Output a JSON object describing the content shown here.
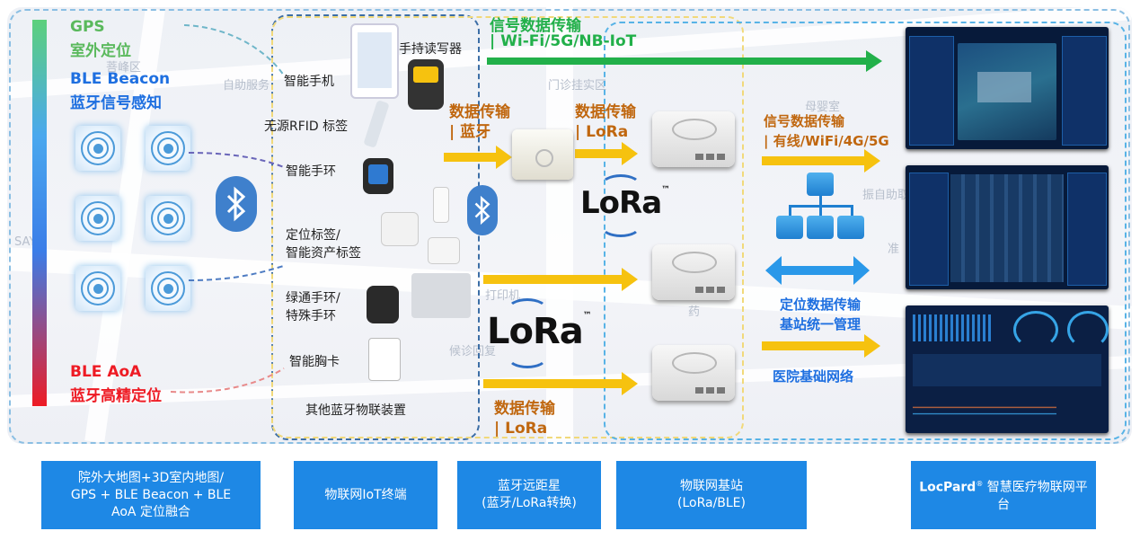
{
  "positioning": {
    "gps": "GPS",
    "gps_desc": "室外定位",
    "beacon": "BLE Beacon",
    "beacon_desc": "蓝牙信号感知",
    "aoa": "BLE AoA",
    "aoa_desc": "蓝牙高精定位",
    "colors": {
      "gps": "#5ab95c",
      "beacon": "#1e6fe0",
      "aoa": "#ee1b24"
    }
  },
  "map_labels": [
    "菩峰区",
    "自助服务",
    "门诊挂实区",
    "母婴室",
    "振自助取片",
    "打印机",
    "候诊回复",
    "药",
    "SAY",
    "准"
  ],
  "devices": {
    "smartphone": "智能手机",
    "handheld_reader": "手持读写器",
    "rfid_tag": "无源RFID 标签",
    "wristband": "智能手环",
    "asset_tag": "定位标签/\n智能资产标签",
    "green_wristband": "绿通手环/\n特殊手环",
    "badge": "智能胸卡",
    "other": "其他蓝牙物联装置"
  },
  "transmission": {
    "top_title": "信号数据传输",
    "top_channels": "| Wi-Fi/5G/NB-IoT",
    "bluetooth_title": "数据传输",
    "bluetooth_channel": "| 蓝牙",
    "lora_title": "数据传输",
    "lora_channel": "| LoRa",
    "bottom_title": "数据传输",
    "bottom_channel": "| LoRa",
    "wired_title": "信号数据传输",
    "wired_channels": "| 有线/WiFi/4G/5G",
    "management_line1": "定位数据传输",
    "management_line2": "基站统一管理",
    "hospital_network": "医院基础网络",
    "lora_logo": "LoRa",
    "lora_tm": "™",
    "colors": {
      "green": "#22b04a",
      "orange": "#c0670f",
      "yellow": "#f6c20f",
      "blue": "#1e6fe0"
    }
  },
  "footer": {
    "maps": "院外大地图+3D室内地图/\nGPS + BLE Beacon + BLE\nAoA 定位融合",
    "terminal": "物联网IoT终端",
    "bridge": "蓝牙远距星\n(蓝牙/LoRa转换)",
    "base_station": "物联网基站\n(LoRa/BLE)",
    "platform_brand": "LocPard",
    "platform_reg": "®",
    "platform_rest": " 智慧医疗物联网平台",
    "color": "#1e88e5"
  },
  "icons": [
    "bluetooth-icon",
    "beacon-icon",
    "lora-signal-icon",
    "gateway-icon",
    "network-hub-icon",
    "dashboard-icon"
  ]
}
